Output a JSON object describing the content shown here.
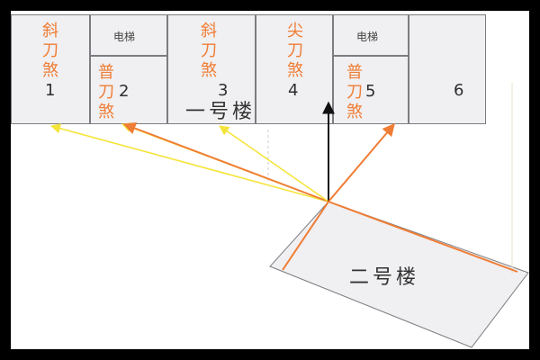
{
  "building1": {
    "label": "一号楼",
    "units": [
      {
        "num": "1",
        "sha": "斜刀煞"
      },
      {
        "num": "2",
        "sha": "普刀煞"
      },
      {
        "num": "3",
        "sha": "斜刀煞"
      },
      {
        "num": "4",
        "sha": "尖刀煞"
      },
      {
        "num": "5",
        "sha": "普刀煞"
      },
      {
        "num": "6",
        "sha": ""
      }
    ],
    "elevator_labels": [
      "电梯",
      "电梯"
    ]
  },
  "building2": {
    "label": "二号楼"
  },
  "colors": {
    "orange": "#ef7d35",
    "yellow": "#f4e43a",
    "black_arrow": "#111111",
    "outline": "#7c7c80",
    "fill": "#f0eff1"
  }
}
